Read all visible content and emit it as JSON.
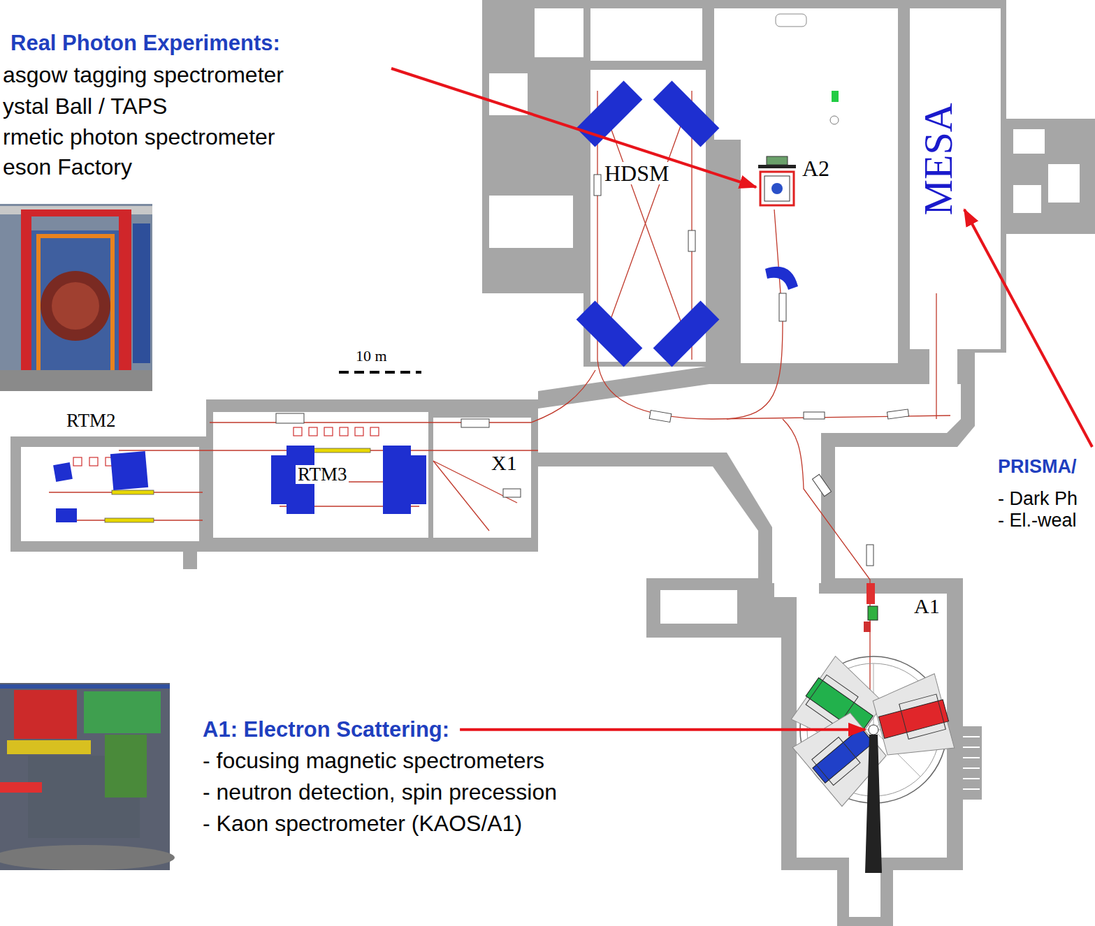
{
  "diagram": {
    "labels": [
      "Real Photon Experiments:",
      "asgow tagging spectrometer",
      "ystal Ball / TAPS",
      "rmetic photon spectrometer",
      "eson Factory",
      "HDSM",
      "A2",
      "MESA",
      "10 m",
      "RTM2",
      "RTM3",
      "X1",
      "PRISMA/",
      "- Dark Ph",
      "- El.-weal",
      "A1",
      "A1: Electron Scattering:",
      "- focusing magnetic spectrometers",
      "- neutron detection, spin precession",
      "- Kaon spectrometer (KAOS/A1)"
    ]
  }
}
